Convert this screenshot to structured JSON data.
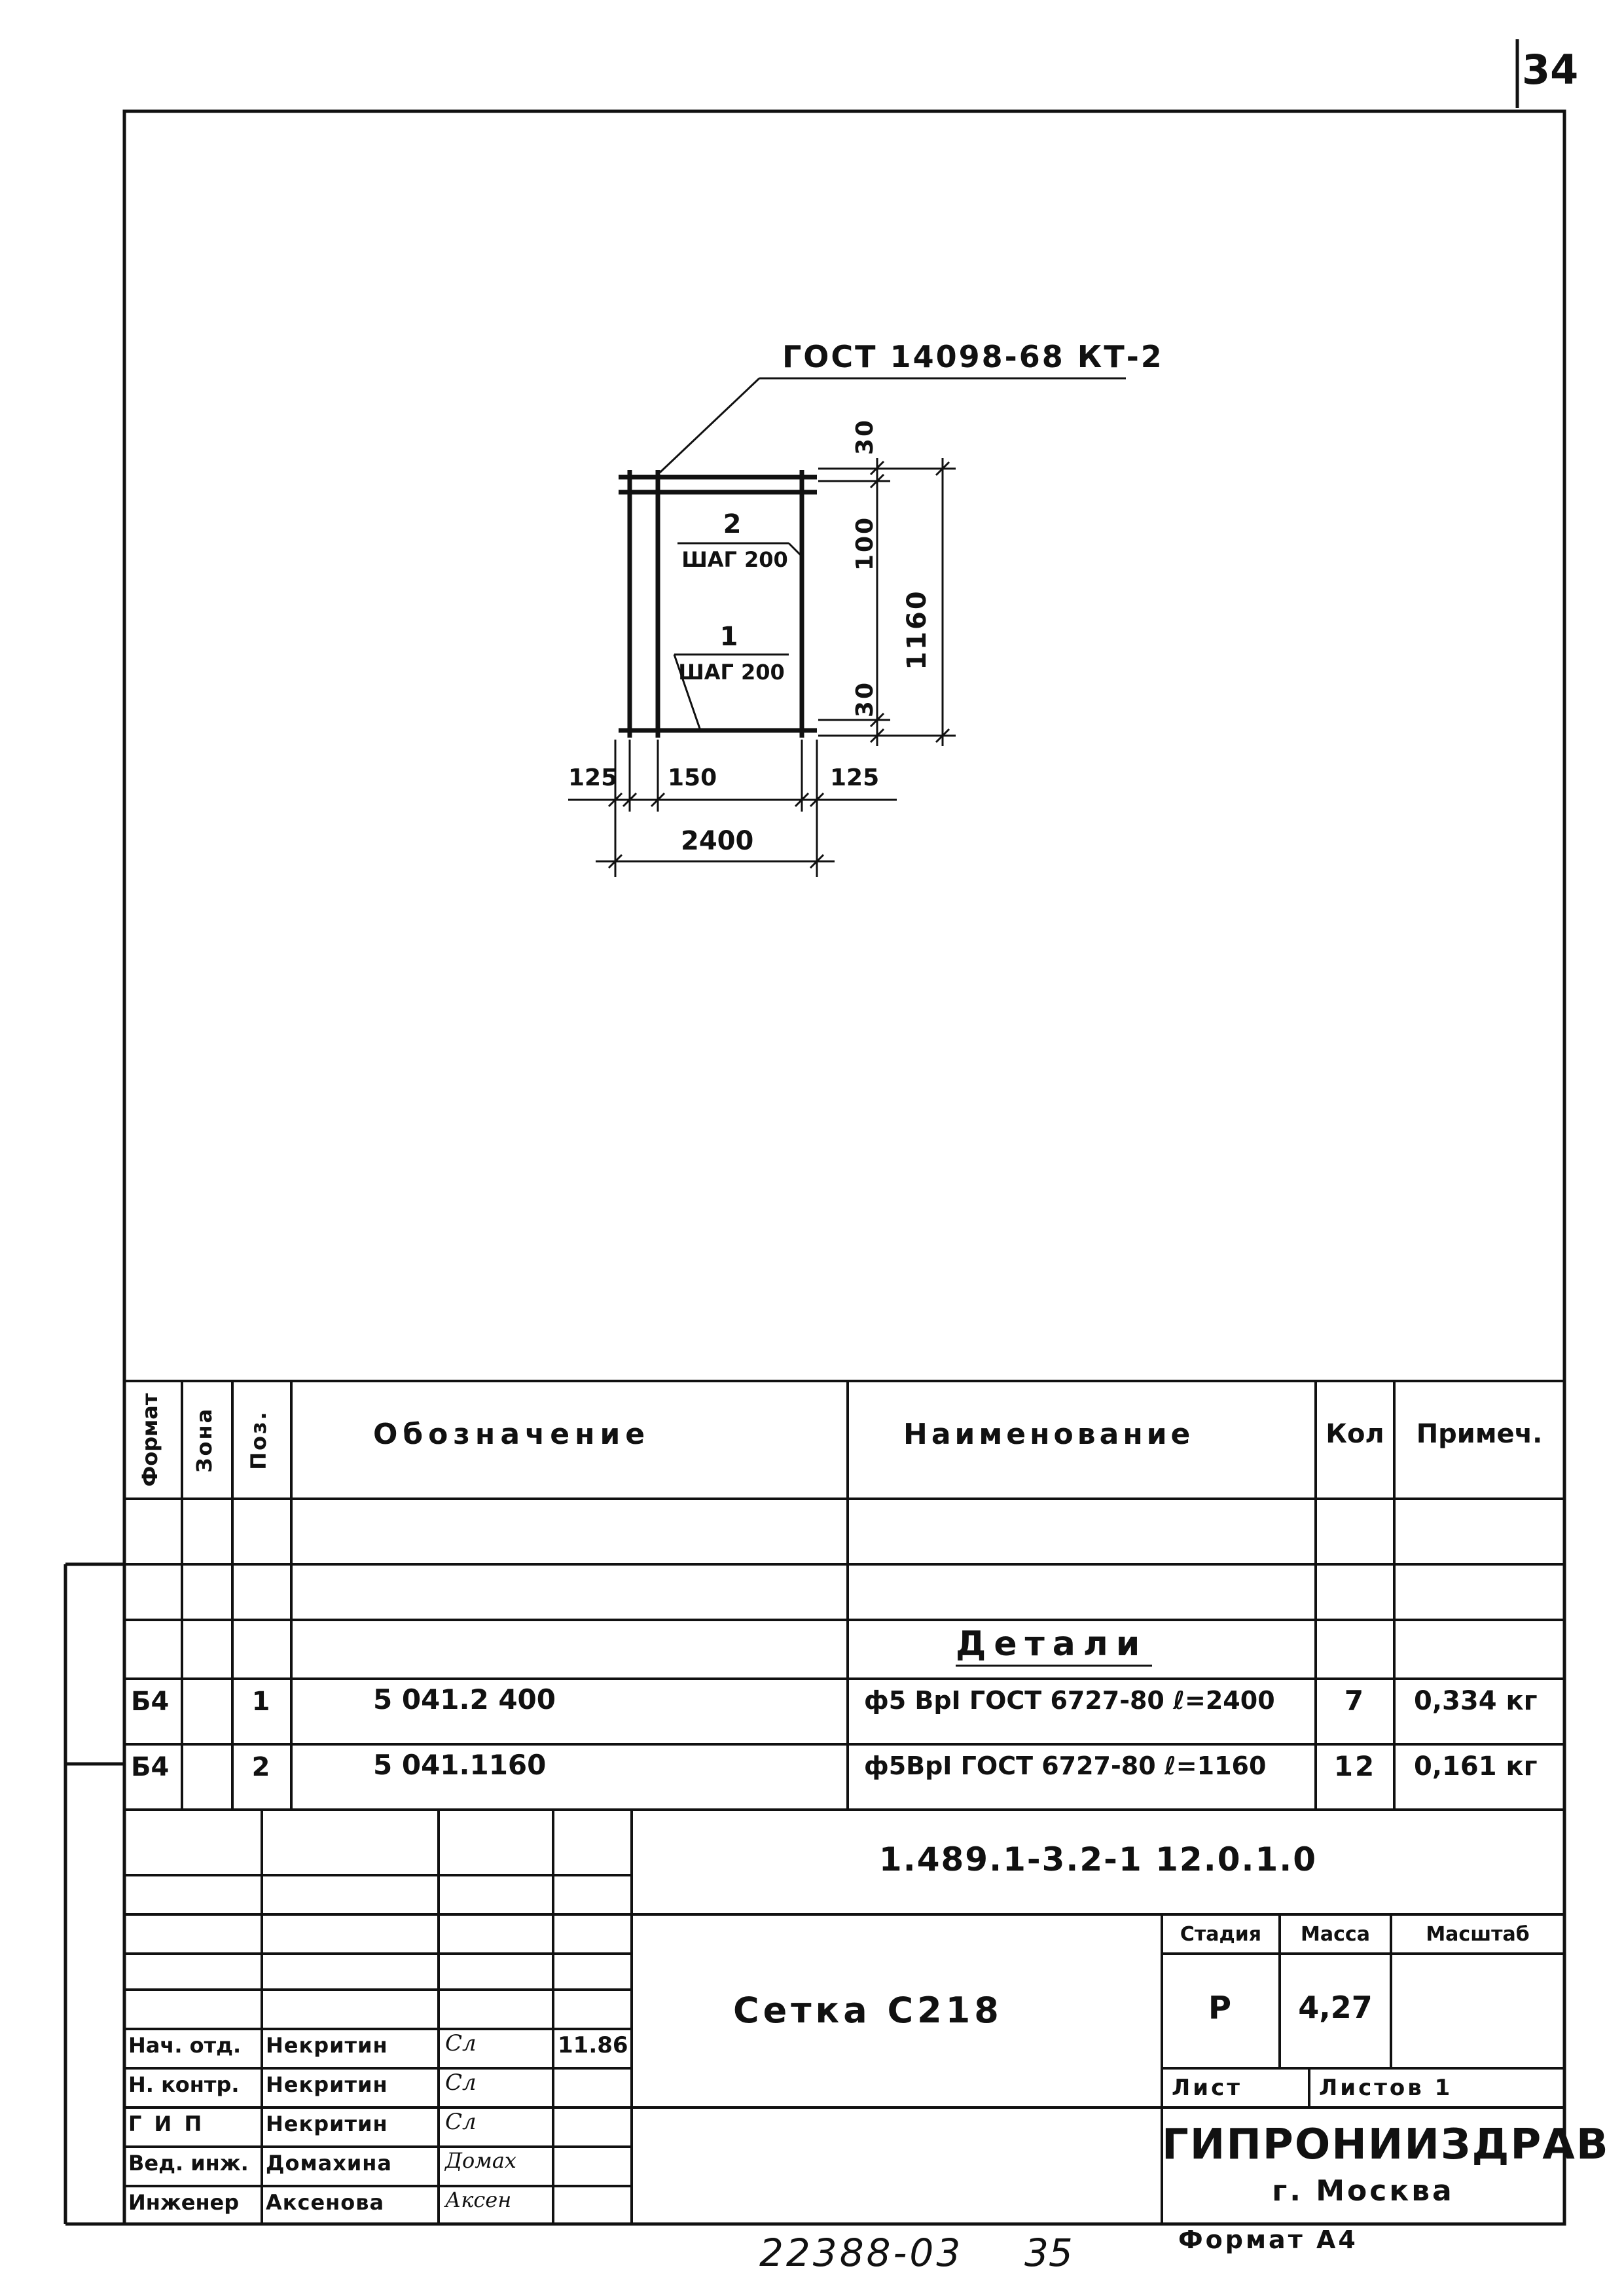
{
  "page_number": "34",
  "drawing": {
    "gost_callout": "ГОСТ 14098-68 КТ-2",
    "pos2_label": "2",
    "pos2_step": "ШАГ 200",
    "pos1_label": "1",
    "pos1_step": "ШАГ 200",
    "dim_30_top": "30",
    "dim_100": "100",
    "dim_1160": "1160",
    "dim_30_bottom": "30",
    "dim_125_left": "125",
    "dim_150": "150",
    "dim_125_right": "125",
    "dim_2400": "2400"
  },
  "spec_table": {
    "headers": {
      "format": "Формат",
      "zone": "Зона",
      "pos": "Поз.",
      "designation": "Обозначение",
      "name": "Наименование",
      "qty": "Кол",
      "note": "Примеч."
    },
    "section_title": "Детали",
    "rows": [
      {
        "format": "Б4",
        "zone": "",
        "pos": "1",
        "designation": "5 041.2 400",
        "name": "ф5 ВрI ГОСТ 6727-80 ℓ=2400",
        "qty": "7",
        "note": "0,334 кг"
      },
      {
        "format": "Б4",
        "zone": "",
        "pos": "2",
        "designation": "5 041.1160",
        "name": "ф5ВрI ГОСТ 6727-80 ℓ=1160",
        "qty": "12",
        "note": "0,161 кг"
      }
    ]
  },
  "title_block": {
    "doc_code": "1.489.1-3.2-1  12.0.1.0",
    "title": "Сетка С218",
    "stage_label": "Стадия",
    "mass_label": "Масса",
    "scale_label": "Масштаб",
    "stage": "Р",
    "mass": "4,27",
    "scale": "",
    "sheet_label": "Лист",
    "sheets_label": "Листов 1",
    "org": "ГИПРОНИИЗДРАВ",
    "city": "г. Москва",
    "date": "11.86",
    "staff": [
      {
        "role": "Нач. отд.",
        "name": "Некритин",
        "signature": "Сл"
      },
      {
        "role": "Н. контр.",
        "name": "Некритин",
        "signature": "Сл"
      },
      {
        "role": "Г И П",
        "name": "Некритин",
        "signature": "Сл"
      },
      {
        "role": "Вед. инж.",
        "name": "Домахина",
        "signature": "Домах"
      },
      {
        "role": "Инженер",
        "name": "Аксенова",
        "signature": "Аксен"
      }
    ]
  },
  "footer": {
    "archive_number": "22388-03",
    "archive_page": "35",
    "format": "Формат А4"
  }
}
